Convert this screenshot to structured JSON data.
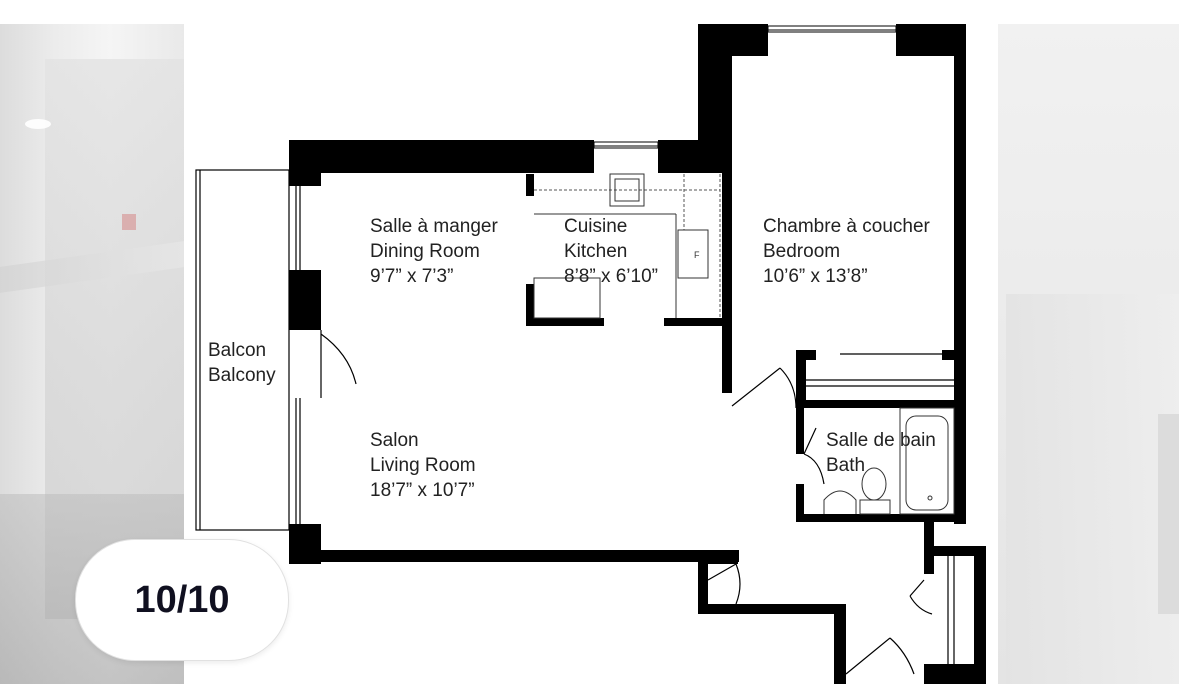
{
  "gallery": {
    "counter": "10/10"
  },
  "floor_plan": {
    "rooms": {
      "dining": {
        "fr": "Salle à manger",
        "en": "Dining Room",
        "size": "9’7” x 7’3”"
      },
      "kitchen": {
        "fr": "Cuisine",
        "en": "Kitchen",
        "size": "8’8” x 6’10”"
      },
      "bedroom": {
        "fr": "Chambre à coucher",
        "en": "Bedroom",
        "size": "10’6” x 13’8”"
      },
      "balcony": {
        "fr": "Balcon",
        "en": "Balcony"
      },
      "living": {
        "fr": "Salon",
        "en": "Living Room",
        "size": "18’7” x 10’7”"
      },
      "bath": {
        "fr": "Salle de bain",
        "en": "Bath"
      }
    },
    "fridge_mark": "F"
  }
}
